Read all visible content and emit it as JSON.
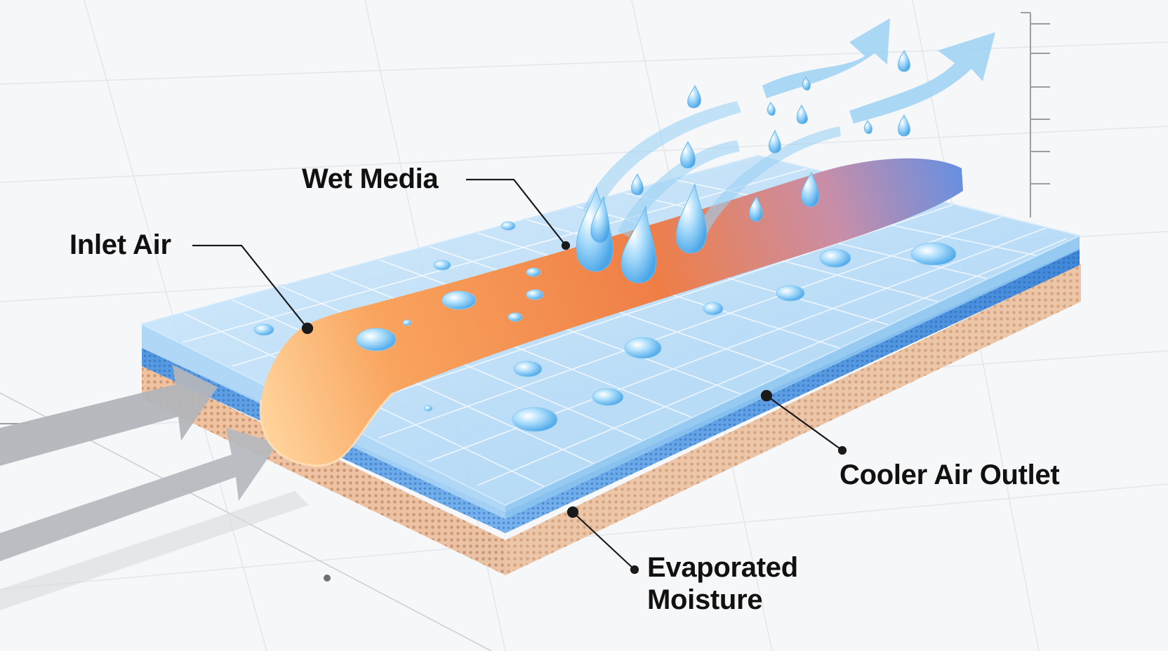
{
  "labels": {
    "wet_media": "Wet Media",
    "inlet_air": "Inlet Air",
    "cooler_air_outlet": "Cooler Air Outlet",
    "evaporated_moisture": [
      "Evaporated",
      "Moisture"
    ]
  },
  "colors": {
    "background": "#f6f7f9",
    "wet_media_band": "#f08a4b",
    "grid_layer": "#9fd0f2",
    "mesh_layer": "#4a8fdc",
    "base_layer": "#e9b48e",
    "outlet_arrows": "#9bd1f4",
    "inlet_arrows": "#b3b6bb",
    "water_drops": "#7cc3f2"
  },
  "icons": [
    "inlet-arrow-icon",
    "outlet-arrow-icon",
    "water-drop-icon"
  ]
}
